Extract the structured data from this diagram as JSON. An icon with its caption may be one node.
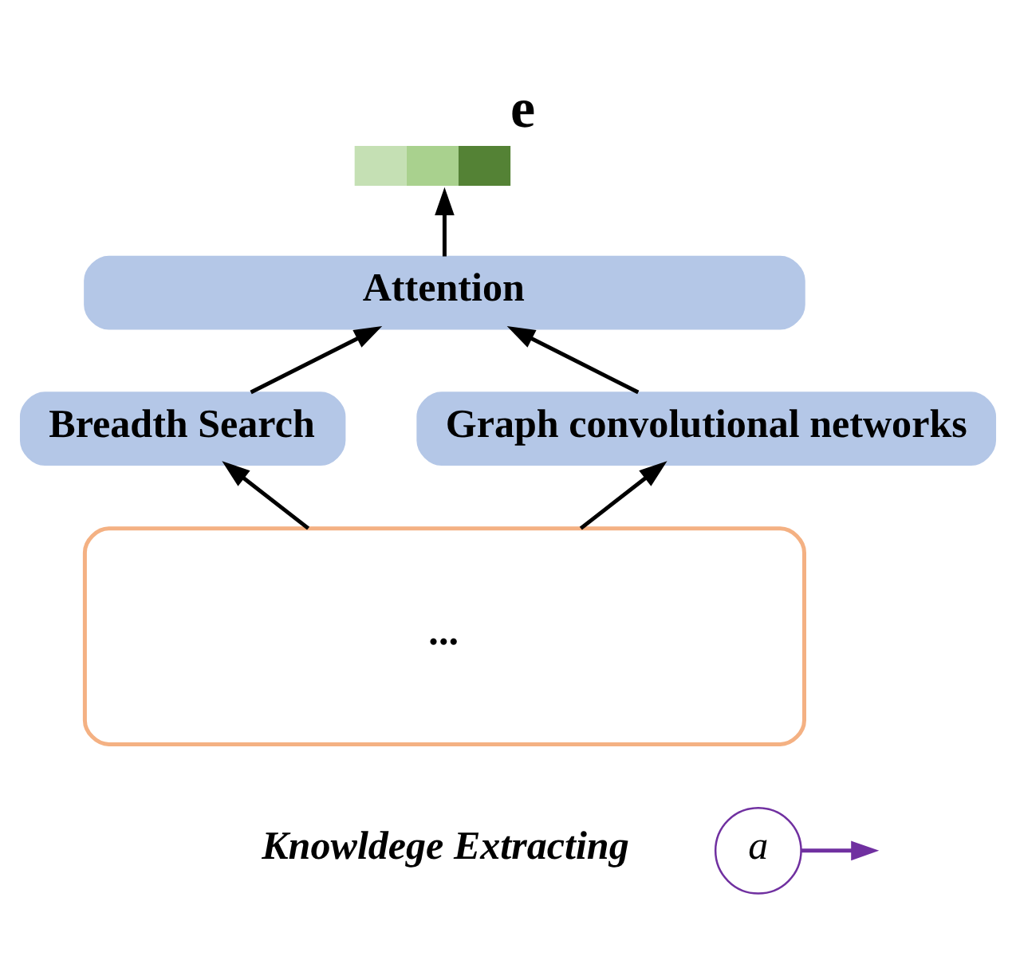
{
  "diagram": {
    "nodes": [
      {
        "text": [
          "e"
        ]
      },
      {
        "text": [
          "a"
        ]
      },
      {
        "text": [
          "Attention"
        ]
      },
      {
        "text": [
          "Breadth Search"
        ]
      },
      {
        "text": [
          "Graph convolutional networks"
        ]
      },
      {
        "text": [
          "..."
        ],
        "beside": [
          "Knowldege Extracting"
        ]
      }
    ],
    "edges": [
      {
        "from": 2,
        "to": 0,
        "arrow": "to"
      },
      {
        "from": 1,
        "to": null,
        "arrow": "to",
        "color": "#7030a0"
      },
      {
        "from": 3,
        "to": 2,
        "arrow": "to"
      },
      {
        "from": 4,
        "to": 2,
        "arrow": "to"
      },
      {
        "from": 5,
        "to": 3,
        "arrow": "to"
      },
      {
        "from": 5,
        "to": 4,
        "arrow": "to"
      }
    ]
  }
}
